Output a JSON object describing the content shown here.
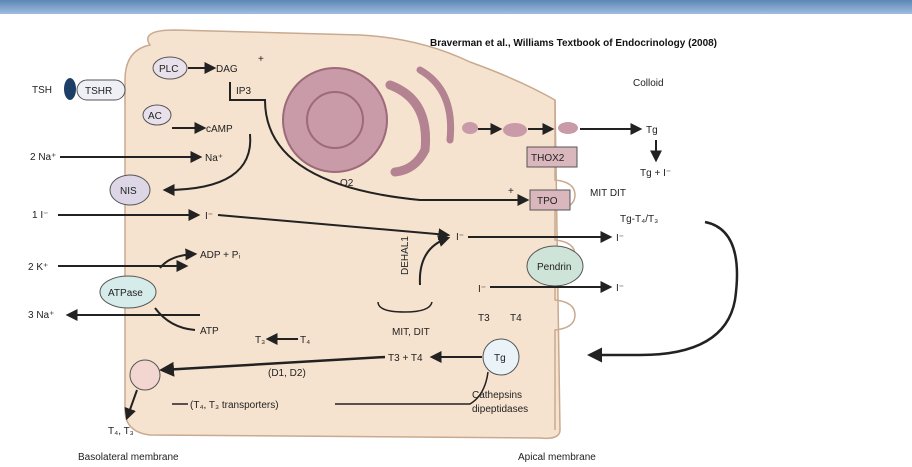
{
  "citation": "Braverman et al., Williams Textbook of Endocrinology (2008)",
  "colloid": "Colloid",
  "labels": {
    "tsh": "TSH",
    "tshr": "TSHR",
    "plc": "PLC",
    "ac": "AC",
    "dag": "DAG",
    "plus1": "+",
    "plus2": "+",
    "ip3": "IP3",
    "camp": "cAMP",
    "na_in": "Na⁺",
    "na_left": "2 Na⁺",
    "nis": "NIS",
    "i_left": "1 I⁻",
    "i_cell": "I⁻",
    "i_mid": "I⁻",
    "i_right1": "I⁻",
    "i_pend": "I⁻",
    "i_right2": "I⁻",
    "k_left": "2 K⁺",
    "adp": "ADP + Pᵢ",
    "atpase": "ATPase",
    "na_out": "3 Na⁺",
    "atp": "ATP",
    "o2": "O2",
    "tg_top": "Tg",
    "thox": "THOX2",
    "tg_i": "Tg + I⁻",
    "tpo": "TPO",
    "mit_dit_small": "MIT DIT",
    "tg_t4_t3": "Tg-T₄/T₃",
    "dehal": "DEHAL1",
    "mit_dit": "MIT, DIT",
    "pendrin": "Pendrin",
    "t3_top": "T3",
    "t4_top": "T4",
    "tg_circle": "Tg",
    "t3_t4": "T3 + T4",
    "t3_from_t4": "T₃",
    "t4_arrow": "T₄",
    "deiodinases": "(D1, D2)",
    "transporters": "(T₄, T₃ transporters)",
    "t4_t3_out": "T₄, T₃",
    "cathepsins": "Cathepsins\ndipeptidases"
  },
  "basolateral": "Basolateral membrane",
  "apical": "Apical membrane"
}
